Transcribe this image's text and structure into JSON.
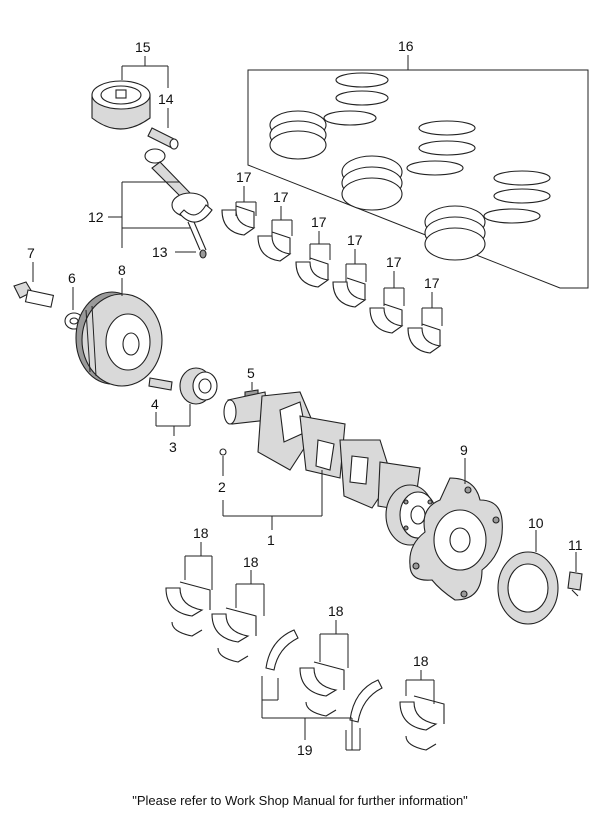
{
  "callouts": {
    "c1": "1",
    "c2": "2",
    "c3": "3",
    "c4": "4",
    "c5": "5",
    "c6": "6",
    "c7": "7",
    "c8": "8",
    "c9": "9",
    "c10": "10",
    "c11": "11",
    "c12": "12",
    "c13": "13",
    "c14": "14",
    "c15": "15",
    "c16": "16",
    "c17": "17",
    "c18": "18",
    "c19": "19"
  },
  "footer_note": "\"Please refer to Work Shop Manual for further information\"",
  "colors": {
    "line": "#222222",
    "fill_light": "#d9d9d9",
    "fill_dark": "#9a9a9a",
    "background": "#ffffff"
  }
}
